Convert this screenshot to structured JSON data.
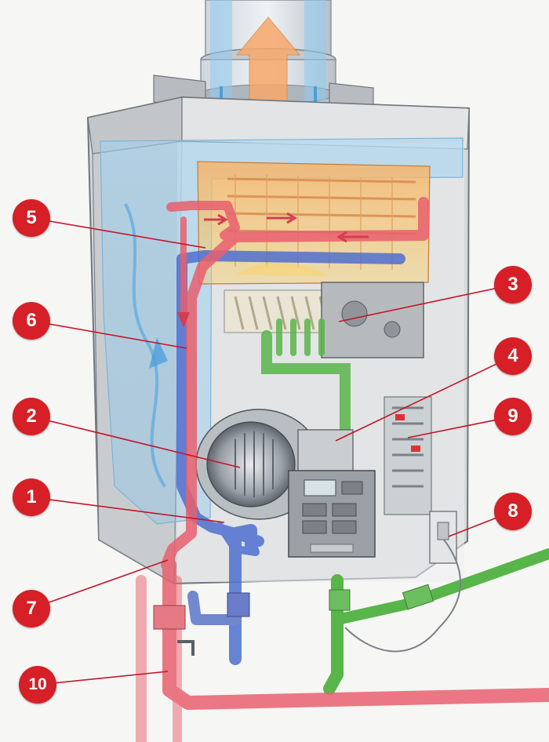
{
  "colors": {
    "marker": "#d61f26",
    "leader": "#c5162a",
    "hot_water": "#e8606e",
    "cold_water": "#4f6fd0",
    "gas": "#58b54a",
    "air_flow": "#7fc3ee",
    "exhaust": "#f5a25a",
    "casing": "#d2d4d6"
  },
  "icons": {
    "exhaust_arrow": "up-arrow-icon"
  },
  "labels": [
    {
      "id": "c1",
      "text": "1"
    },
    {
      "id": "c2",
      "text": "2"
    },
    {
      "id": "c3",
      "text": "3"
    },
    {
      "id": "c4",
      "text": "4"
    },
    {
      "id": "c5",
      "text": "5"
    },
    {
      "id": "c6",
      "text": "6"
    },
    {
      "id": "c7",
      "text": "7"
    },
    {
      "id": "c8",
      "text": "8"
    },
    {
      "id": "c9",
      "text": "9"
    },
    {
      "id": "c10",
      "text": "10"
    }
  ]
}
